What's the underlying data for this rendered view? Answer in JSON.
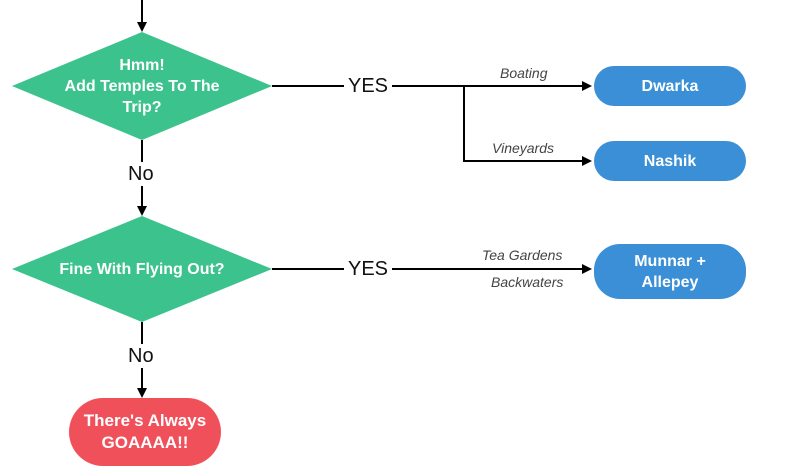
{
  "decisions": {
    "temples": "Hmm!\nAdd Temples  To The\nTrip?",
    "flying": "Fine With Flying  Out?"
  },
  "answers": {
    "yes_1": "YES",
    "yes_2": "YES",
    "no_1": "No",
    "no_2": "No"
  },
  "edge_labels": {
    "boating": "Boating",
    "vineyards": "Vineyards",
    "tea_gardens": "Tea Gardens",
    "backwaters": "Backwaters"
  },
  "destinations": {
    "dwarka": "Dwarka",
    "nashik": "Nashik",
    "munnar": "Munnar +\nAllepey",
    "goa": "There's Always\nGOAAAA!!"
  },
  "colors": {
    "decision": "#3cc28d",
    "destination": "#3a8fd6",
    "terminal": "#f0505a",
    "line": "#000000"
  }
}
